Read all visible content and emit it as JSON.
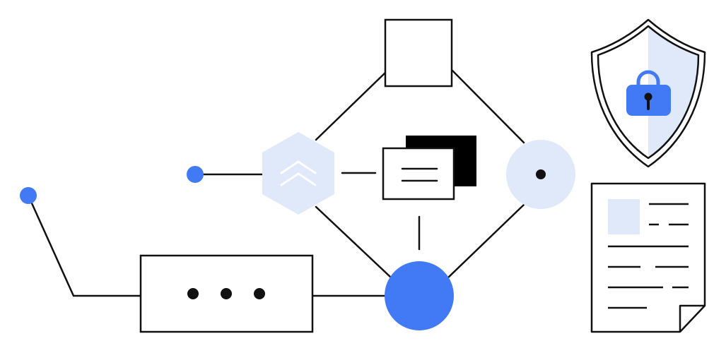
{
  "colors": {
    "stroke": "#111111",
    "accent_blue": "#4279F4",
    "pale_blue": "#E0E9FA",
    "white": "#FFFFFF",
    "black": "#000000"
  },
  "nodes": [
    {
      "id": "top-square",
      "shape": "rectangle"
    },
    {
      "id": "hexagon",
      "shape": "hexagon",
      "icon": "double-chevron-up-icon"
    },
    {
      "id": "message-cards",
      "shape": "stacked-cards",
      "icon": "message-lines-icon"
    },
    {
      "id": "target-circle",
      "shape": "circle",
      "icon": "center-dot-icon"
    },
    {
      "id": "blue-hub",
      "shape": "circle"
    },
    {
      "id": "dots-box",
      "shape": "rectangle",
      "icon": "ellipsis-icon"
    }
  ],
  "decorations": [
    {
      "id": "security-shield",
      "icon": "shield-lock-icon"
    },
    {
      "id": "document",
      "icon": "document-page-icon"
    }
  ]
}
